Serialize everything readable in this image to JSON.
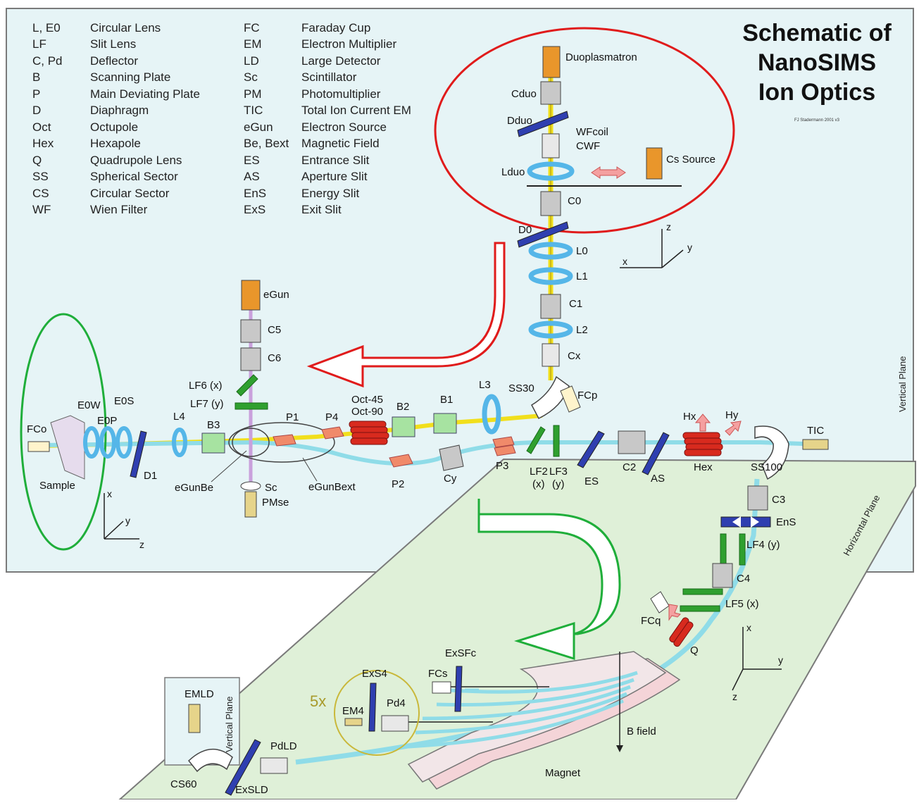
{
  "title": [
    "Schematic of",
    "NanoSIMS",
    "Ion Optics"
  ],
  "credit": "FJ Stadermann 2001 v3",
  "legend": {
    "left": [
      {
        "abbr": "L, E0",
        "desc": "Circular Lens"
      },
      {
        "abbr": "LF",
        "desc": "Slit Lens"
      },
      {
        "abbr": "C, Pd",
        "desc": "Deflector"
      },
      {
        "abbr": "B",
        "desc": "Scanning Plate"
      },
      {
        "abbr": "P",
        "desc": "Main Deviating Plate"
      },
      {
        "abbr": "D",
        "desc": "Diaphragm"
      },
      {
        "abbr": "Oct",
        "desc": "Octupole"
      },
      {
        "abbr": "Hex",
        "desc": "Hexapole"
      },
      {
        "abbr": "Q",
        "desc": "Quadrupole Lens"
      },
      {
        "abbr": "SS",
        "desc": "Spherical Sector"
      },
      {
        "abbr": "CS",
        "desc": "Circular Sector"
      },
      {
        "abbr": "WF",
        "desc": "Wien Filter"
      }
    ],
    "right": [
      {
        "abbr": "FC",
        "desc": "Faraday Cup"
      },
      {
        "abbr": "EM",
        "desc": "Electron Multiplier"
      },
      {
        "abbr": "LD",
        "desc": "Large Detector"
      },
      {
        "abbr": "Sc",
        "desc": "Scintillator"
      },
      {
        "abbr": "PM",
        "desc": "Photomultiplier"
      },
      {
        "abbr": "TIC",
        "desc": "Total Ion Current EM"
      },
      {
        "abbr": "eGun",
        "desc": "Electron Source"
      },
      {
        "abbr": "Be, Bext",
        "desc": "Magnetic Field"
      },
      {
        "abbr": "ES",
        "desc": "Entrance Slit"
      },
      {
        "abbr": "AS",
        "desc": "Aperture Slit"
      },
      {
        "abbr": "EnS",
        "desc": "Energy Slit"
      },
      {
        "abbr": "ExS",
        "desc": "Exit Slit"
      }
    ]
  },
  "plane_labels": {
    "vertical": "Vertical Plane",
    "horizontal": "Horizontal Plane",
    "vertical_small": "Vertical Plane"
  },
  "magnification": "5x",
  "labels": {
    "duoplasmatron": "Duoplasmatron",
    "cduo": "Cduo",
    "dduo": "Dduo",
    "wfcoil": "WFcoil",
    "cwf": "CWF",
    "cs_source": "Cs Source",
    "lduo": "Lduo",
    "c0": "C0",
    "d0": "D0",
    "l0": "L0",
    "l1": "L1",
    "c1": "C1",
    "l2": "L2",
    "cx": "Cx",
    "ss30": "SS30",
    "fcp": "FCp",
    "l3": "L3",
    "egun": "eGun",
    "c5": "C5",
    "c6": "C6",
    "lf6": "LF6 (x)",
    "lf7": "LF7 (y)",
    "fco": "FCo",
    "e0w": "E0W",
    "e0p": "E0P",
    "e0s": "E0S",
    "sample": "Sample",
    "d1": "D1",
    "l4": "L4",
    "b3": "B3",
    "egunbe": "eGunBe",
    "sc": "Sc",
    "pmse": "PMse",
    "p1": "P1",
    "p4": "P4",
    "egunbext": "eGunBext",
    "oct45": "Oct-45",
    "oct90": "Oct-90",
    "b2": "B2",
    "b1": "B1",
    "p2": "P2",
    "cy": "Cy",
    "p3": "P3",
    "lf2": "LF2",
    "lf2x": "(x)",
    "lf3": "LF3",
    "lf3y": "(y)",
    "es": "ES",
    "c2": "C2",
    "as": "AS",
    "hx": "Hx",
    "hy": "Hy",
    "hex": "Hex",
    "ss100": "SS100",
    "tic": "TIC",
    "c3": "C3",
    "ens": "EnS",
    "lf4": "LF4 (y)",
    "c4": "C4",
    "lf5": "LF5 (x)",
    "fcq": "FCq",
    "q": "Q",
    "exsfc": "ExSFc",
    "fcs": "FCs",
    "exs4": "ExS4",
    "em4": "EM4",
    "pd4": "Pd4",
    "bfield": "B field",
    "magnet": "Magnet",
    "emld": "EMLD",
    "pdld": "PdLD",
    "cs60": "CS60",
    "exsld": "ExSLD"
  },
  "axes": {
    "x": "x",
    "y": "y",
    "z": "z"
  },
  "colors": {
    "vertical_panel": "#e6f4f6",
    "horizontal_panel": "#dff0d8",
    "lens_blue": "#55b6e8",
    "deflector_gray": "#c8c8c8",
    "source_orange": "#e9962b",
    "plate_salmon": "#f08a6a",
    "scan_green": "#a7e3a1",
    "slit_blue": "#2f3fb0",
    "octupole_red": "#d82a1e",
    "highlight_red": "#e01b1b",
    "highlight_green": "#1fae3a",
    "beam_primary": "#f1df1c",
    "beam_secondary": "#8fdce8"
  }
}
